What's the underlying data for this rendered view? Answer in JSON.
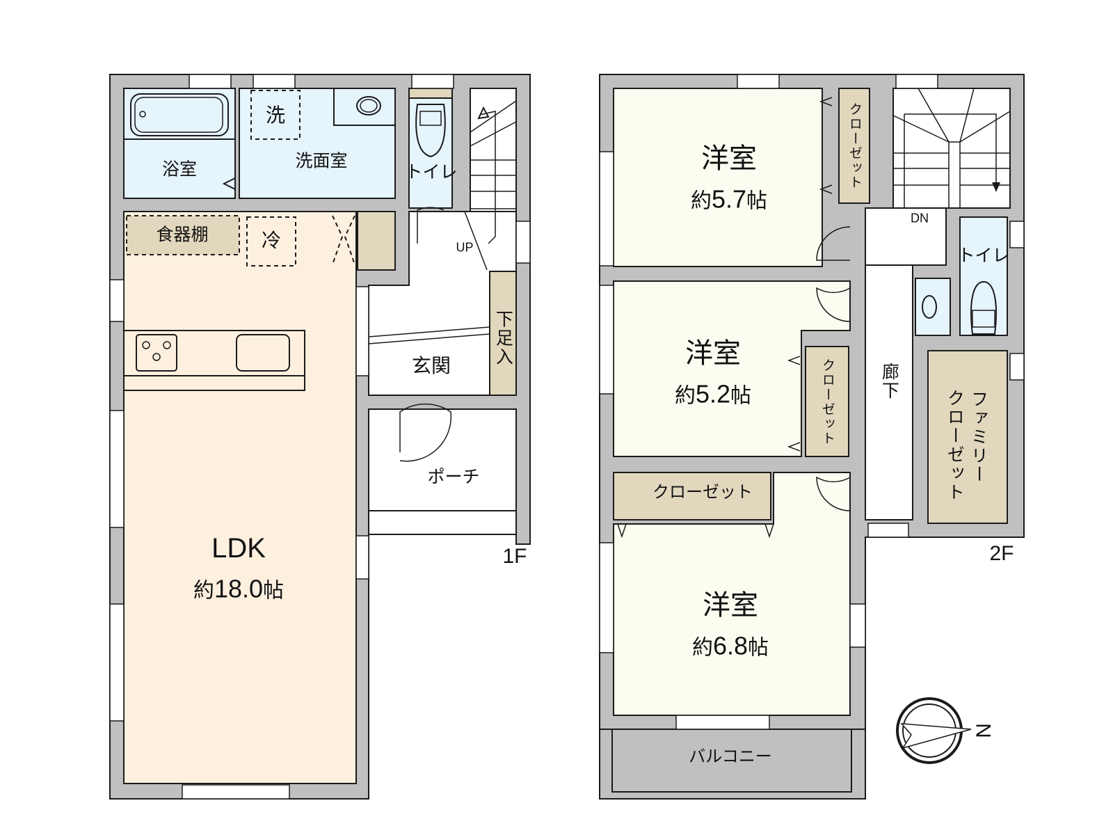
{
  "colors": {
    "wall": "#c0c0c0",
    "wet_area": "#e6f4fc",
    "ldk": "#fdf0df",
    "western_room": "#fdfcf0",
    "storage": "#e0d7bd",
    "hall": "#ffffff",
    "line": "#1a1a1a"
  },
  "floors": [
    {
      "id": "1F",
      "label": "1F",
      "rooms": [
        {
          "name": "bathroom",
          "label": "浴室"
        },
        {
          "name": "washroom",
          "label": "洗面室"
        },
        {
          "name": "washing-machine",
          "label": "洗"
        },
        {
          "name": "toilet",
          "label": "トイレ"
        },
        {
          "name": "cupboard",
          "label": "食器棚"
        },
        {
          "name": "fridge",
          "label": "冷"
        },
        {
          "name": "ldk",
          "label": "LDK",
          "area_prefix": "約",
          "area_value": "18.0",
          "area_unit": "帖"
        },
        {
          "name": "entrance",
          "label": "玄関"
        },
        {
          "name": "shoe-storage",
          "label": "下足入"
        },
        {
          "name": "porch",
          "label": "ポーチ"
        }
      ],
      "stairs_label": "UP"
    },
    {
      "id": "2F",
      "label": "2F",
      "rooms": [
        {
          "name": "western-room-1",
          "label": "洋室",
          "area_prefix": "約",
          "area_value": "5.7",
          "area_unit": "帖"
        },
        {
          "name": "closet-1",
          "label": "クローゼット"
        },
        {
          "name": "western-room-2",
          "label": "洋室",
          "area_prefix": "約",
          "area_value": "5.2",
          "area_unit": "帖"
        },
        {
          "name": "closet-2",
          "label": "クローゼット"
        },
        {
          "name": "closet-3",
          "label": "クローゼット"
        },
        {
          "name": "western-room-3",
          "label": "洋室",
          "area_prefix": "約",
          "area_value": "6.8",
          "area_unit": "帖"
        },
        {
          "name": "hallway",
          "label": "廊下"
        },
        {
          "name": "toilet-2f",
          "label": "トイレ"
        },
        {
          "name": "family-closet",
          "label_line1": "ファミリー",
          "label_line2": "クローゼット"
        },
        {
          "name": "balcony",
          "label": "バルコニー"
        }
      ],
      "stairs_label": "DN"
    }
  ],
  "compass": {
    "label": "N",
    "icon": "north-arrow-icon"
  }
}
